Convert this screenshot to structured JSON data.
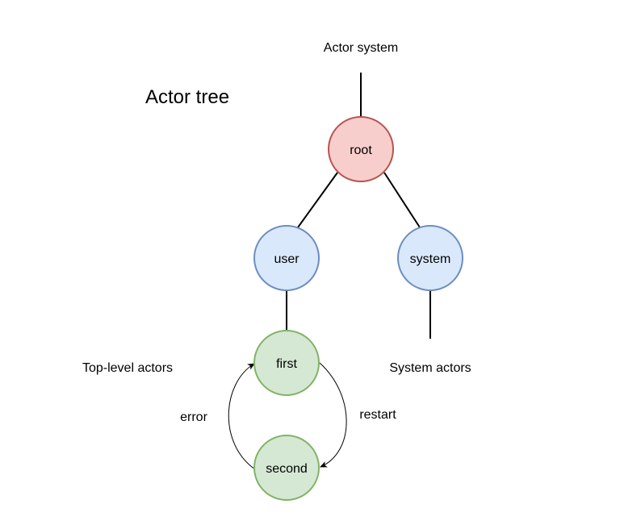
{
  "diagram": {
    "title": "Actor tree",
    "nodes": {
      "root": {
        "label": "root",
        "fill": "#f8cecc",
        "stroke": "#b85450"
      },
      "user": {
        "label": "user",
        "fill": "#dae8fc",
        "stroke": "#6c8ebf"
      },
      "system": {
        "label": "system",
        "fill": "#dae8fc",
        "stroke": "#6c8ebf"
      },
      "first": {
        "label": "first",
        "fill": "#d5e8d4",
        "stroke": "#82b366"
      },
      "second": {
        "label": "second",
        "fill": "#d5e8d4",
        "stroke": "#82b366"
      }
    },
    "annotations": {
      "actor_system": "Actor system",
      "top_level_actors": "Top-level actors",
      "system_actors": "System actors",
      "error": "error",
      "restart": "restart"
    }
  }
}
